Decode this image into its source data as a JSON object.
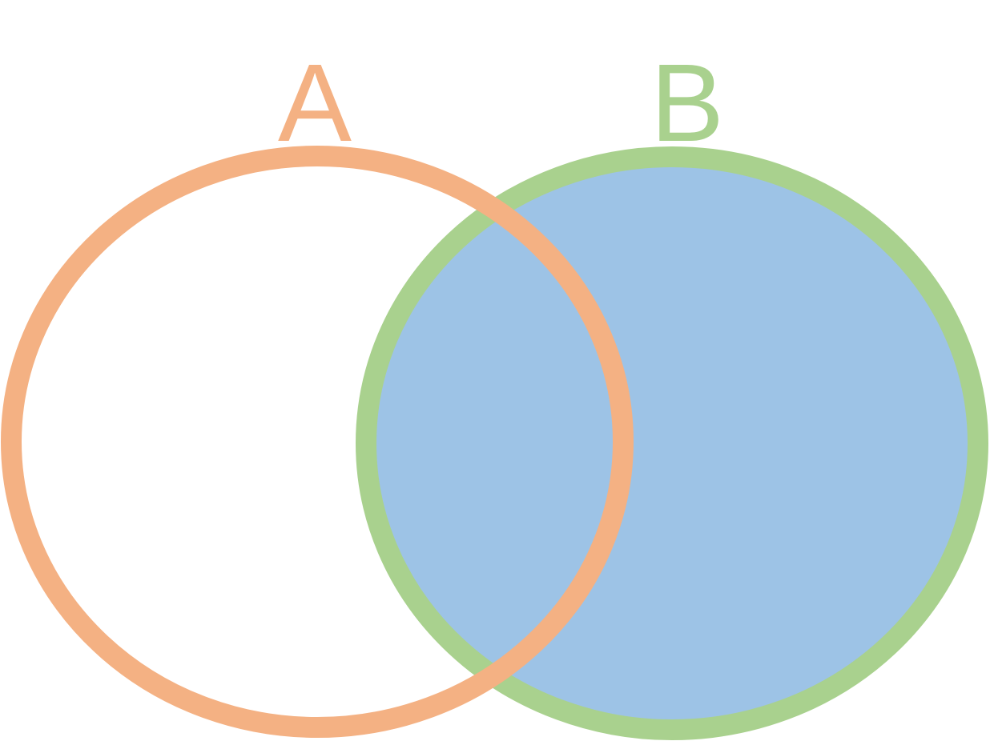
{
  "diagram": {
    "type": "venn",
    "sets": [
      {
        "id": "A",
        "label": "A",
        "color": "#f4b183",
        "fill": "none"
      },
      {
        "id": "B",
        "label": "B",
        "color": "#a9d18e",
        "fill": "#9dc3e6"
      }
    ],
    "highlighted_region": "B"
  }
}
